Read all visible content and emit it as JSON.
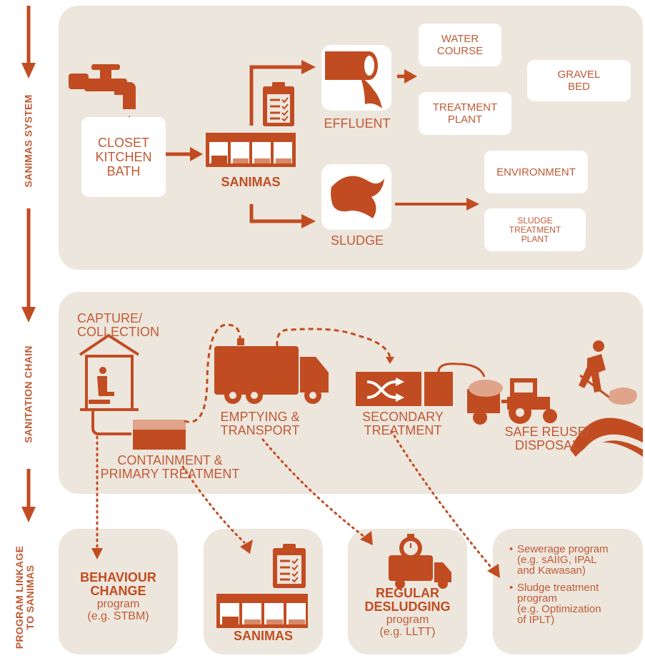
{
  "side_labels": {
    "system": "SANIMAS SYSTEM",
    "chain": "SANITATION CHAIN",
    "linkage": "PROGRAM LINKAGE\nTO SANIMAS"
  },
  "system": {
    "source_box": "CLOSET\nKITCHEN\nBATH",
    "sanimas_label": "SANIMAS",
    "effluent_label": "EFFLUENT",
    "sludge_label": "SLUDGE",
    "water_course": "WATER\nCOURSE",
    "gravel_bed": "GRAVEL\nBED",
    "treatment_plant": "TREATMENT\nPLANT",
    "environment": "ENVIRONMENT",
    "sludge_treatment_plant": "SLUDGE\nTREATMENT\nPLANT"
  },
  "chain": {
    "capture": "CAPTURE/\nCOLLECTION",
    "containment": "CONTAINMENT &\nPRIMARY TREATMENT",
    "emptying": "EMPTYING &\nTRANSPORT",
    "secondary": "SECONDARY\nTREATMENT",
    "reuse": "SAFE REUSE/\nDISPOSAL"
  },
  "programs": {
    "behaviour": {
      "title": "BEHAVIOUR\nCHANGE",
      "sub": "program\n(e.g. STBM)"
    },
    "sanimas": {
      "title": "SANIMAS"
    },
    "desludging": {
      "title": "REGULAR\nDESLUDGING",
      "sub": "program\n(e.g. LLTT)"
    },
    "bullets": [
      "Sewerage program\n(e.g. sAIIG, IPAL\nand Kawasan)",
      "Sludge treatment\nprogram\n(e.g. Optimization\nof IPLT)"
    ]
  },
  "colors": {
    "accent": "#c14c21",
    "panel": "#ede6dd",
    "light_accent": "#e0a48a"
  },
  "icons": [
    "faucet-icon",
    "clipboard-icon",
    "tank-icon",
    "effluent-pipe-icon",
    "sludge-icon",
    "latrine-icon",
    "truck-icon",
    "mixer-icon",
    "tractor-icon",
    "farmer-icon",
    "stopwatch-truck-icon"
  ]
}
